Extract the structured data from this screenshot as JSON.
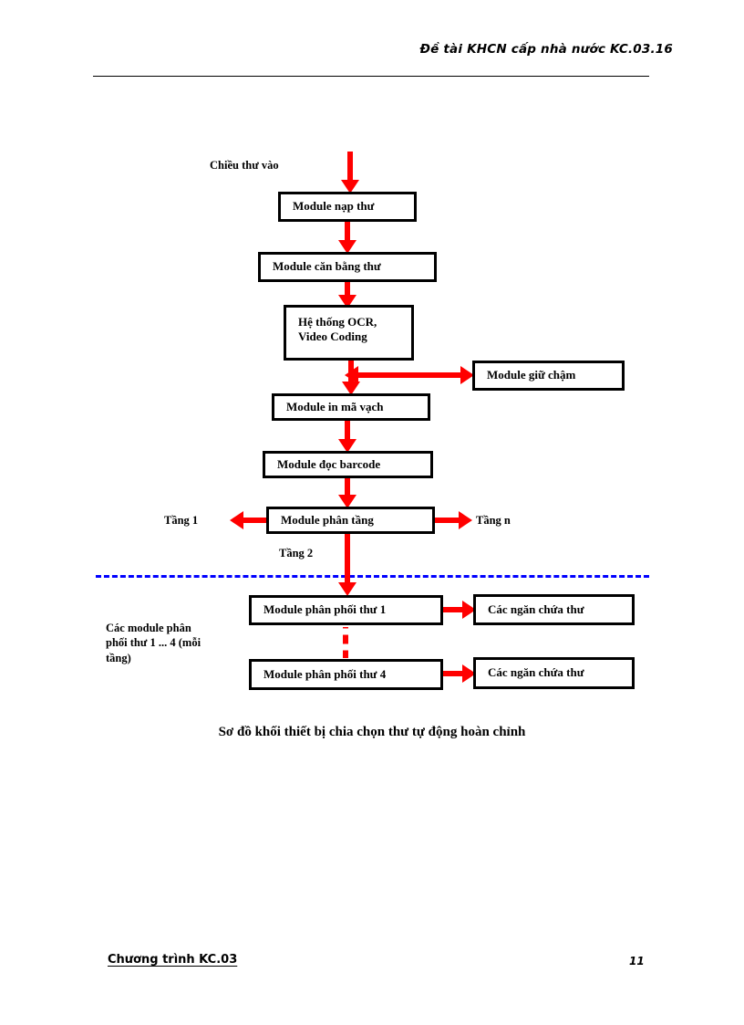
{
  "header": {
    "title": "Đề tài KHCN cấp nhà nước KC.03.16"
  },
  "footer": {
    "program": "Chương trình KC.03",
    "page_number": "11"
  },
  "diagram": {
    "caption": "Sơ đồ khối thiết bị chia chọn thư tự động hoàn chỉnh",
    "labels": {
      "inflow": "Chiều thư vào",
      "floor_1": "Tầng 1",
      "floor_n": "Tầng n",
      "floor_2": "Tầng 2",
      "distribution_note": "Các module phân\nphối thư 1 ... 4 (mỗi\ntầng)"
    },
    "nodes": {
      "feeder": "Module nạp thư",
      "balancer": "Module căn bằng thư",
      "ocr": "Hệ thống OCR,\nVideo Coding",
      "delay": "Module giữ chậm",
      "barcode_print": "Module in mã vạch",
      "barcode_read": "Module đọc barcode",
      "floor_sorter": "Module phân tầng",
      "distributor_1": "Module phân phối thư 1",
      "distributor_4": "Module phân phối thư 4",
      "bins_1": "Các ngăn chứa thư",
      "bins_4": "Các ngăn chứa thư"
    }
  },
  "colors": {
    "arrow": "#FF0000",
    "node_border": "#000000",
    "divider": "#0000FF",
    "text": "#000000"
  }
}
